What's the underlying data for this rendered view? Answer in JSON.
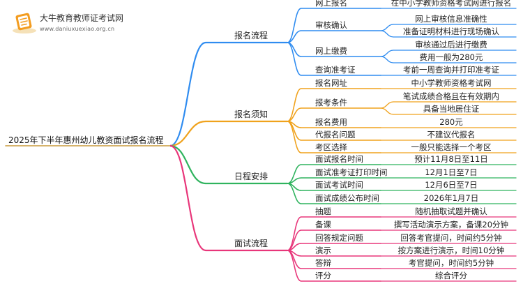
{
  "logo": {
    "title": "大牛教育教师证考试网",
    "url": "www.daniuxuexiao.org.cn"
  },
  "root": "2025年下半年惠州幼儿教资面试报名流程",
  "colors": {
    "blue": "#2f8cf0",
    "orange": "#f0a21c",
    "green": "#2fb35e",
    "pink": "#e8367a",
    "root_line": "#c89a3a"
  },
  "branches": [
    {
      "label": "报名流程",
      "color": "blue",
      "children": [
        {
          "label": "网上报名",
          "leaves": [
            "在中小学教师资格考试网进行报名"
          ]
        },
        {
          "label": "审核确认",
          "leaves": [
            "网上审核信息准确性",
            "准备证明材料进行现场确认"
          ]
        },
        {
          "label": "网上缴费",
          "leaves": [
            "审核通过后进行缴费",
            "费用一般为280元"
          ]
        },
        {
          "label": "查询准考证",
          "leaves": [
            "考前一周查询并打印准考证"
          ]
        }
      ]
    },
    {
      "label": "报名须知",
      "color": "orange",
      "children": [
        {
          "label": "报名网址",
          "leaves": [
            "中小学教师资格考试网"
          ]
        },
        {
          "label": "报考条件",
          "leaves": [
            "笔试成绩合格且在有效期内",
            "具备当地居住证"
          ]
        },
        {
          "label": "报名费用",
          "leaves": [
            "280元"
          ]
        },
        {
          "label": "代报名问题",
          "leaves": [
            "不建议代报名"
          ]
        },
        {
          "label": "考区选择",
          "leaves": [
            "一般只能选择一个考区"
          ]
        }
      ]
    },
    {
      "label": "日程安排",
      "color": "green",
      "children": [
        {
          "label": "面试报名时间",
          "leaves": [
            "预计11月8日至11日"
          ]
        },
        {
          "label": "面试准考证打印时间",
          "leaves": [
            "12月1日至7日"
          ]
        },
        {
          "label": "面试考试时间",
          "leaves": [
            "12月6日至7日"
          ]
        },
        {
          "label": "面试成绩公布时间",
          "leaves": [
            "2026年1月7日"
          ]
        }
      ]
    },
    {
      "label": "面试流程",
      "color": "pink",
      "children": [
        {
          "label": "抽题",
          "leaves": [
            "随机抽取试题并确认"
          ]
        },
        {
          "label": "备课",
          "leaves": [
            "撰写活动演示方案，备课20分钟"
          ]
        },
        {
          "label": "回答规定问题",
          "leaves": [
            "回答考官提问，时间约5分钟"
          ]
        },
        {
          "label": "演示",
          "leaves": [
            "按方案进行演示，时间10分钟"
          ]
        },
        {
          "label": "答辩",
          "leaves": [
            "考官提问，时间约5分钟"
          ]
        },
        {
          "label": "评分",
          "leaves": [
            "综合评分"
          ]
        }
      ]
    }
  ]
}
